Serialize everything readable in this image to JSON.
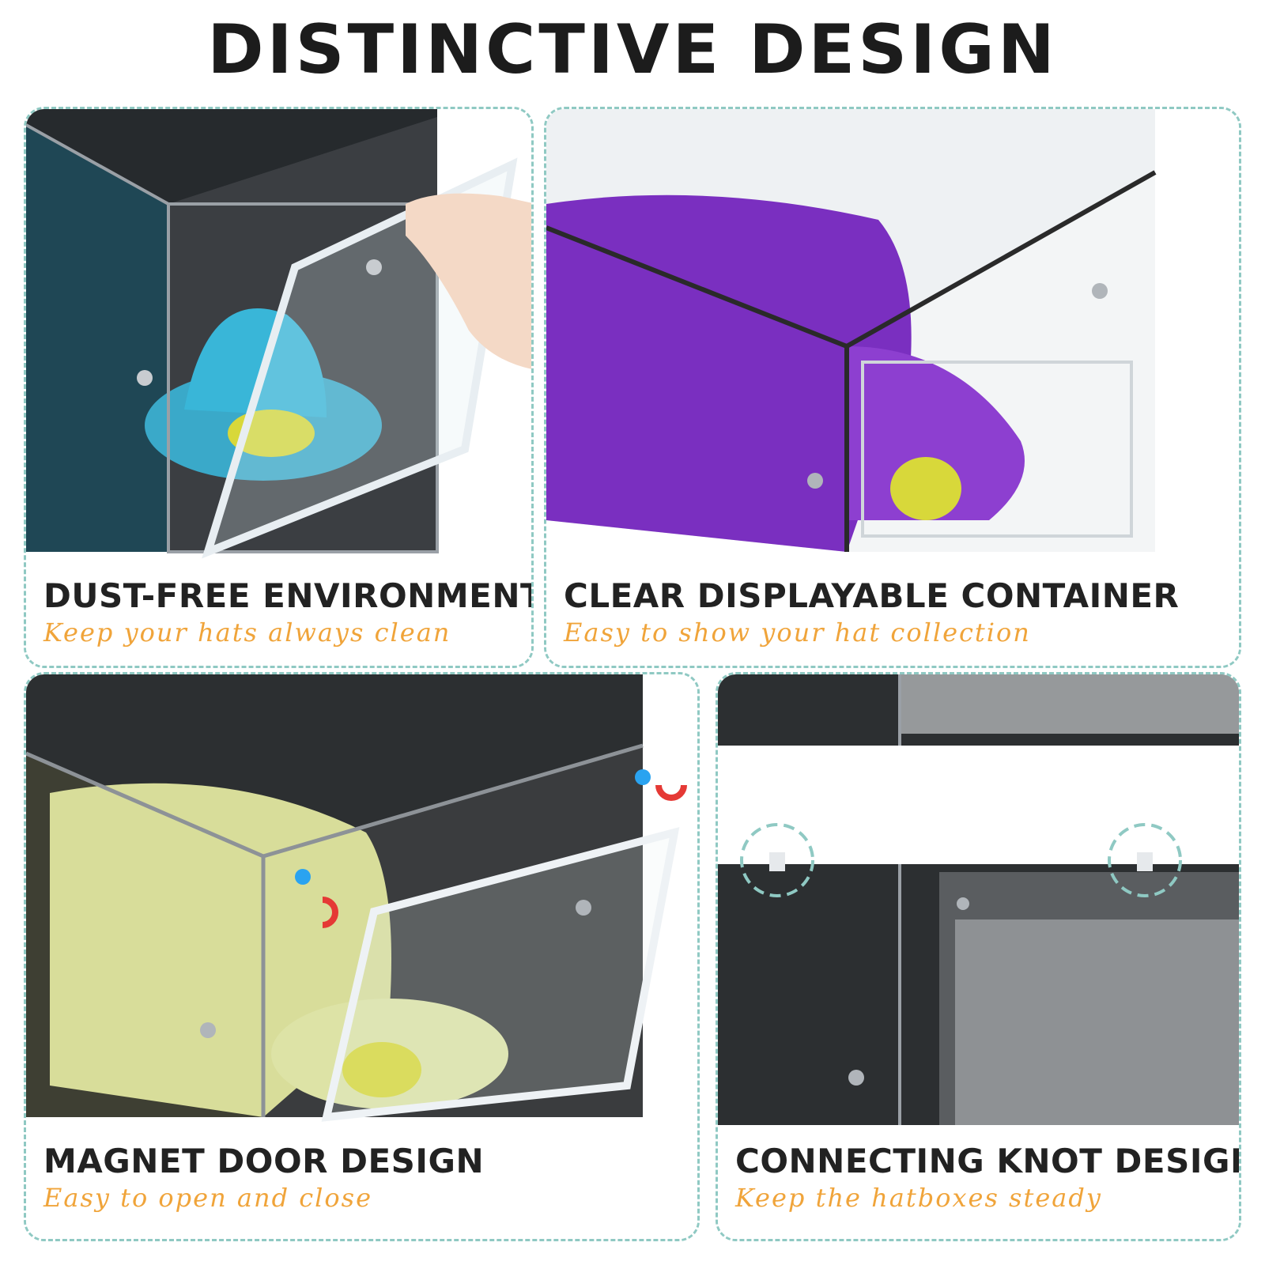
{
  "title": "DISTINCTIVE DESIGN",
  "colors": {
    "accent_orange": "#f0a43a",
    "dashed_border": "#8fc9c3",
    "heading_text": "#222222"
  },
  "panels": [
    {
      "heading": "DUST-FREE ENVIRONMENT",
      "subtitle": "Keep your hats always clean",
      "hat_color": "#3aa9c9"
    },
    {
      "heading": "CLEAR DISPLAYABLE CONTAINER",
      "subtitle": "Easy to show your hat collection",
      "hat_color": "#7a2fc0"
    },
    {
      "heading": "MAGNET DOOR DESIGN",
      "subtitle": "Easy to open and close",
      "hat_color": "#d8dd9a"
    },
    {
      "heading": "CONNECTING KNOT DESIGN",
      "subtitle": "Keep the hatboxes steady"
    }
  ]
}
